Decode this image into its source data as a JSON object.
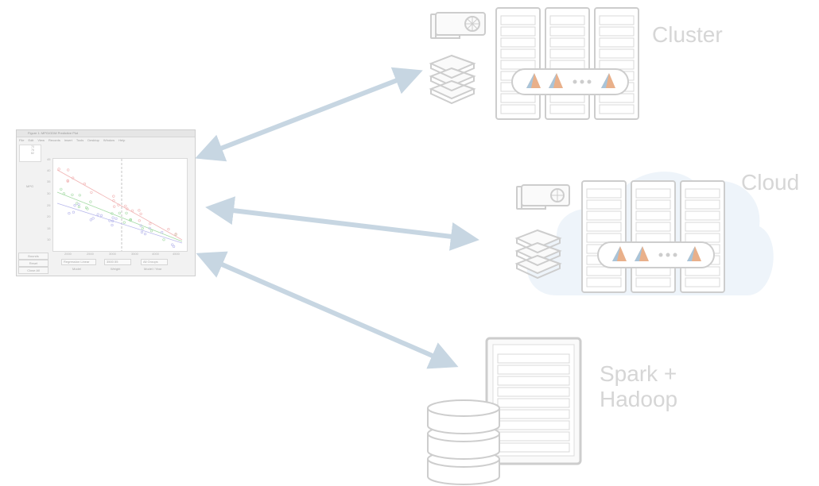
{
  "labels": {
    "cluster": "Cluster",
    "cloud": "Cloud",
    "spark_hadoop": "Spark +\nHadoop"
  },
  "figure_window": {
    "title": "Figure 1: MPG/GDM Predictive Plot",
    "menu": [
      "File",
      "Edit",
      "View",
      "Records",
      "Insert",
      "Tools",
      "Desktop",
      "Window",
      "Help"
    ],
    "y_label": "MPG",
    "y_ticks": [
      "45",
      "40",
      "35",
      "30",
      "25",
      "20",
      "15",
      "10"
    ],
    "x_ticks": [
      "2000",
      "2500",
      "3000",
      "3500",
      "4000",
      "4500"
    ],
    "legend": [
      "70",
      "76",
      "82"
    ],
    "buttons": [
      "Bounds",
      "Reset",
      "Close All"
    ],
    "dropdowns": [
      "Regression Linear",
      "3500.55",
      "All Groups"
    ],
    "captions": [
      "Model",
      "Weight",
      "Model / Year"
    ]
  },
  "colors": {
    "arrow": "#c7d6e2",
    "server_stroke": "#cdcdcd",
    "cloud_fill": "#eef4fa",
    "label": "#d6d6d6"
  }
}
